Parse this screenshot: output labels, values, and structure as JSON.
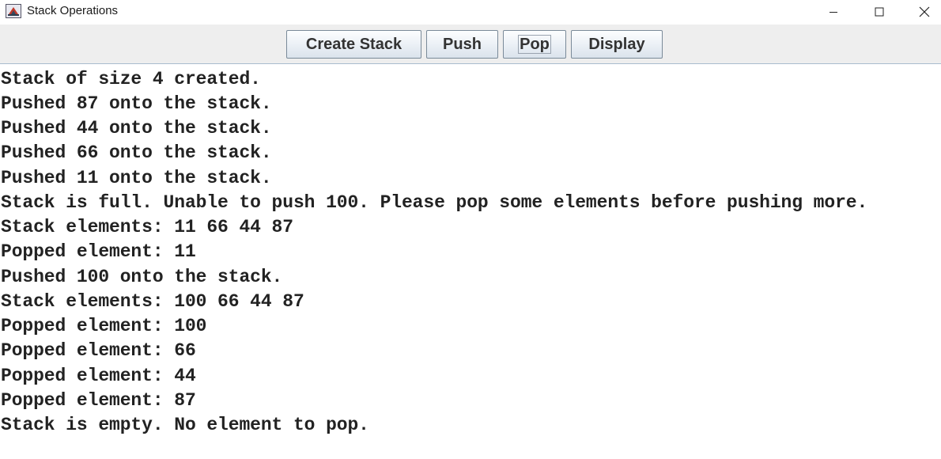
{
  "window": {
    "title": "Stack Operations",
    "icon": "java-app-icon"
  },
  "toolbar": {
    "buttons": [
      {
        "label": "Create Stack"
      },
      {
        "label": "Push"
      },
      {
        "label": "Pop"
      },
      {
        "label": "Display"
      }
    ]
  },
  "output": {
    "lines": [
      "Stack of size 4 created.",
      "Pushed 87 onto the stack.",
      "Pushed 44 onto the stack.",
      "Pushed 66 onto the stack.",
      "Pushed 11 onto the stack.",
      "Stack is full. Unable to push 100. Please pop some elements before pushing more.",
      "Stack elements: 11 66 44 87",
      "Popped element: 11",
      "Pushed 100 onto the stack.",
      "Stack elements: 100 66 44 87",
      "Popped element: 100",
      "Popped element: 66",
      "Popped element: 44",
      "Popped element: 87",
      "Stack is empty. No element to pop."
    ]
  }
}
